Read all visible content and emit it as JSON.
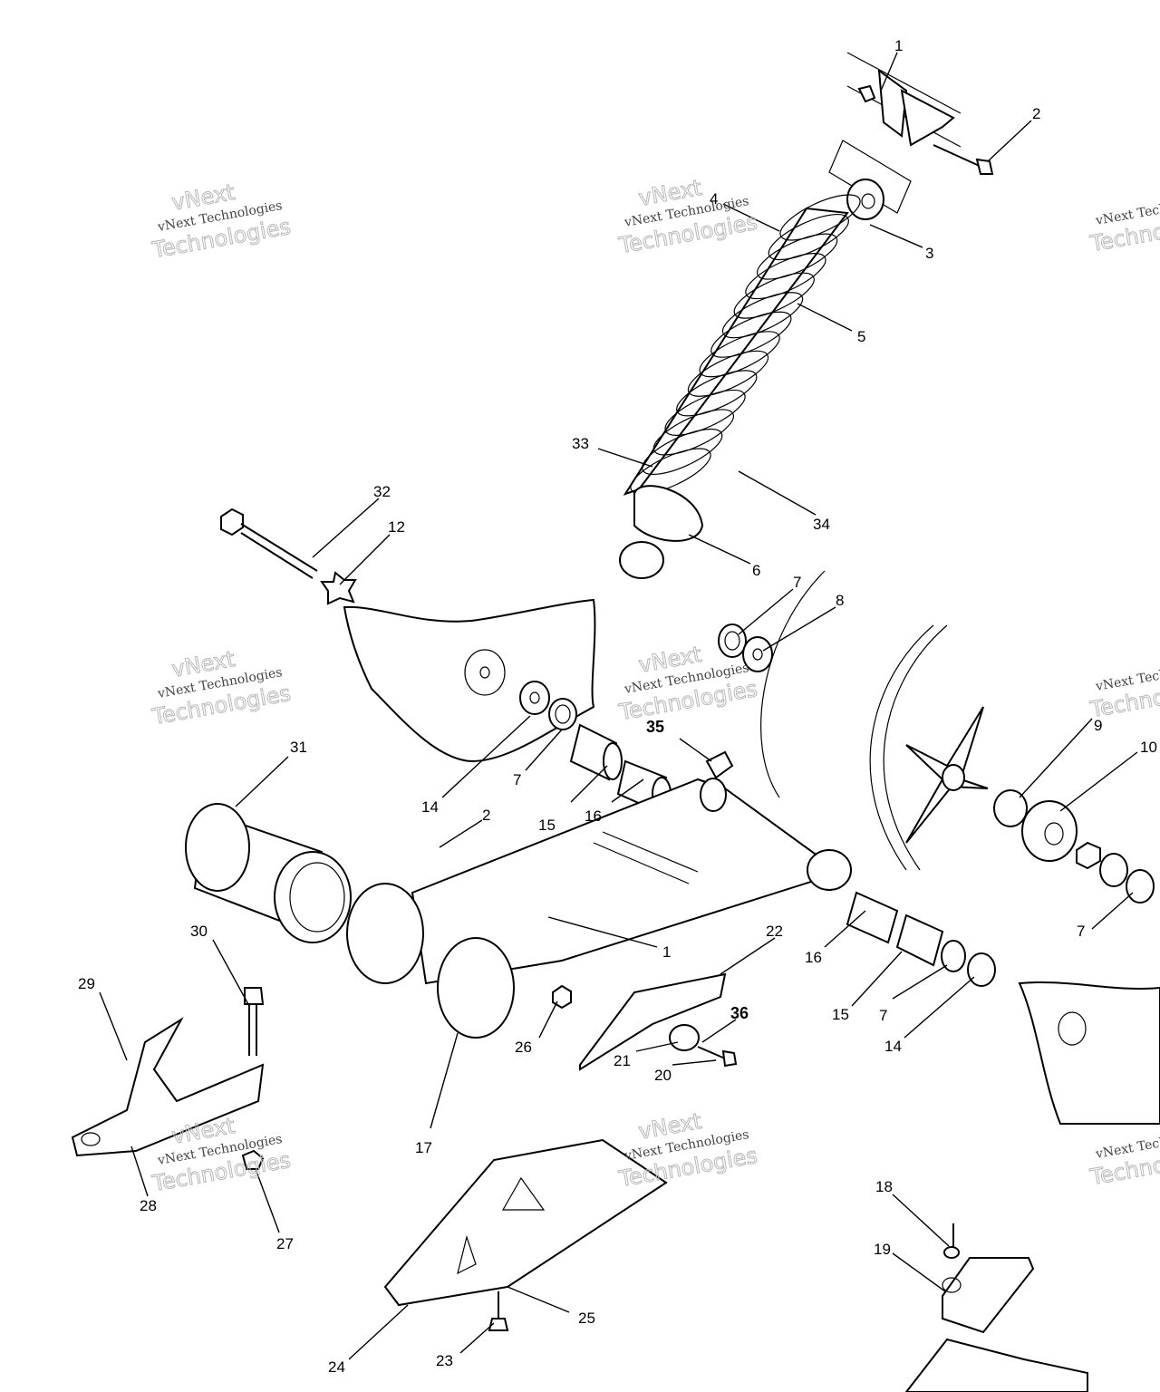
{
  "callouts": [
    {
      "id": "c1a",
      "text": "1"
    },
    {
      "id": "c2a",
      "text": "2"
    },
    {
      "id": "c3",
      "text": "3"
    },
    {
      "id": "c4",
      "text": "4"
    },
    {
      "id": "c5",
      "text": "5"
    },
    {
      "id": "c33",
      "text": "33"
    },
    {
      "id": "c34",
      "text": "34"
    },
    {
      "id": "c6",
      "text": "6"
    },
    {
      "id": "c32",
      "text": "32"
    },
    {
      "id": "c12",
      "text": "12"
    },
    {
      "id": "c7a",
      "text": "7"
    },
    {
      "id": "c8",
      "text": "8"
    },
    {
      "id": "c14a",
      "text": "14"
    },
    {
      "id": "c7b",
      "text": "7"
    },
    {
      "id": "c15a",
      "text": "15"
    },
    {
      "id": "c16a",
      "text": "16"
    },
    {
      "id": "c35",
      "text": "35"
    },
    {
      "id": "c9",
      "text": "9"
    },
    {
      "id": "c10",
      "text": "10"
    },
    {
      "id": "c31",
      "text": "31"
    },
    {
      "id": "c2b",
      "text": "2"
    },
    {
      "id": "c1b",
      "text": "1"
    },
    {
      "id": "c7c",
      "text": "7"
    },
    {
      "id": "c22",
      "text": "22"
    },
    {
      "id": "c16b",
      "text": "16"
    },
    {
      "id": "c15b",
      "text": "15"
    },
    {
      "id": "c7d",
      "text": "7"
    },
    {
      "id": "c14b",
      "text": "14"
    },
    {
      "id": "c30",
      "text": "30"
    },
    {
      "id": "c29",
      "text": "29"
    },
    {
      "id": "c26",
      "text": "26"
    },
    {
      "id": "c36",
      "text": "36"
    },
    {
      "id": "c21",
      "text": "21"
    },
    {
      "id": "c20",
      "text": "20"
    },
    {
      "id": "c17",
      "text": "17"
    },
    {
      "id": "c28",
      "text": "28"
    },
    {
      "id": "c27",
      "text": "27"
    },
    {
      "id": "c18",
      "text": "18"
    },
    {
      "id": "c19",
      "text": "19"
    },
    {
      "id": "c25",
      "text": "25"
    },
    {
      "id": "c23",
      "text": "23"
    },
    {
      "id": "c24",
      "text": "24"
    }
  ],
  "watermark": {
    "line1": "vNext Technologies",
    "line2": "Technologies",
    "line3": "vNext"
  }
}
